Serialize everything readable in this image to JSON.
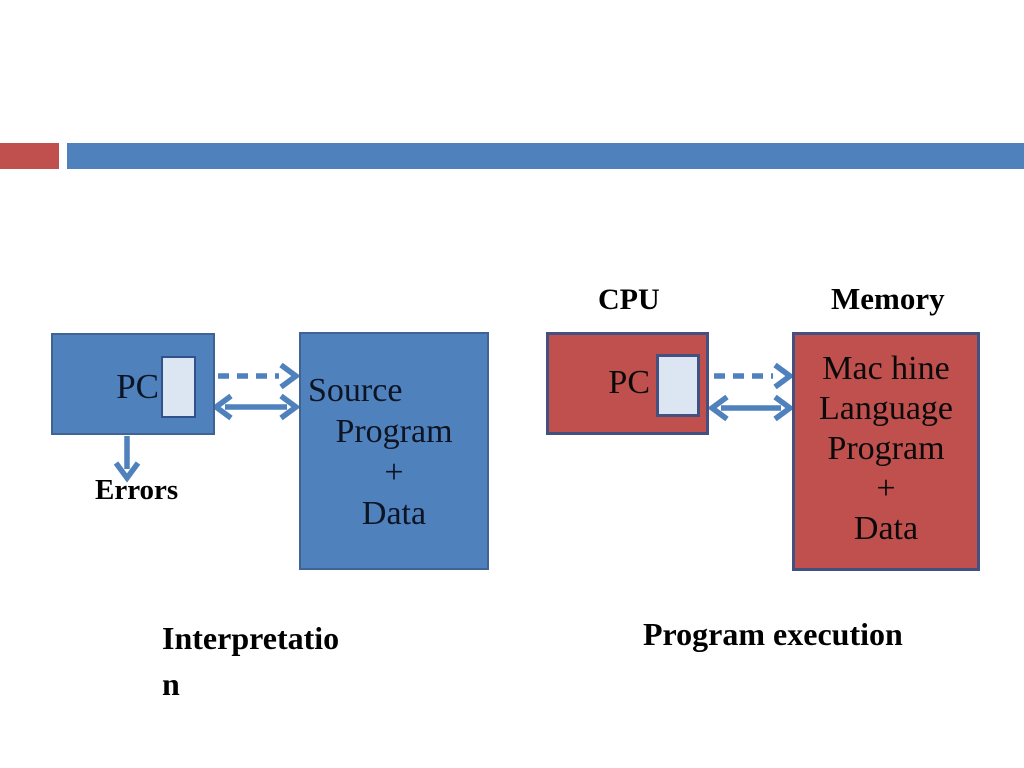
{
  "colors": {
    "blue": "#4F81BD",
    "red": "#C0504D",
    "light": "#DCE6F2",
    "blue_border": "#3E6394",
    "slate_border": "#445180",
    "arrow": "#4F81BD",
    "box_text": "#0d1424",
    "label_text": "#000000"
  },
  "interpreter": {
    "pc_label": "PC",
    "errors_label": "Errors",
    "source_box_lines": [
      "Source",
      "Program",
      "+",
      "Data"
    ],
    "caption": "Interpretatio\nn"
  },
  "execution": {
    "cpu_label": "CPU",
    "memory_label": "Memory",
    "pc_label": "PC",
    "memory_box_lines": [
      "Mac hine",
      "Language",
      "Program",
      "+",
      "Data"
    ],
    "caption": "Program execution"
  }
}
